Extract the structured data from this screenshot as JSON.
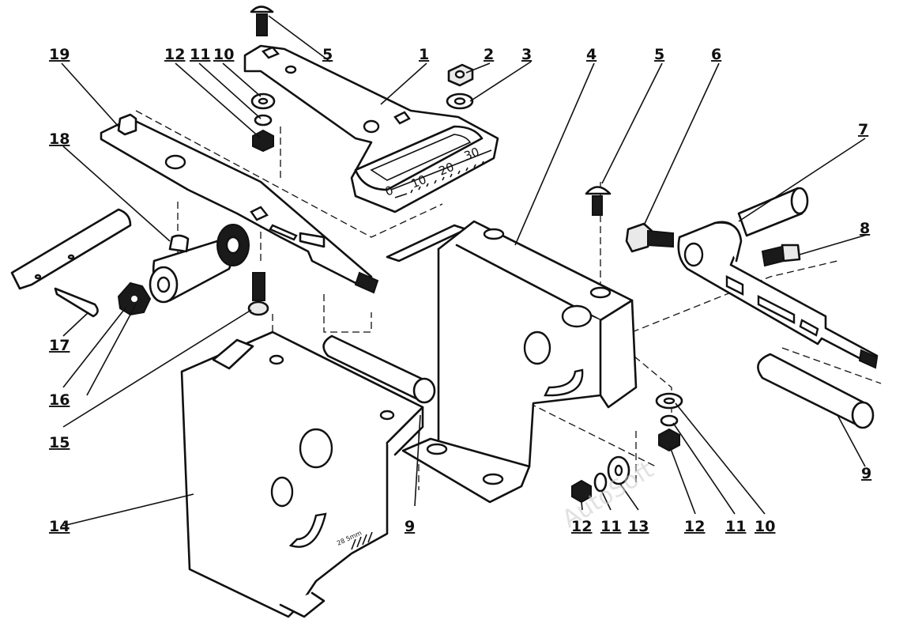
{
  "labels": {
    "l1": "1",
    "l2": "2",
    "l3": "3",
    "l4": "4",
    "l5a": "5",
    "l5b": "5",
    "l6": "6",
    "l7": "7",
    "l8": "8",
    "l9a": "9",
    "l9b": "9",
    "l10a": "10",
    "l10b": "10",
    "l11a": "11",
    "l11b": "11",
    "l11c": "11",
    "l12a": "12",
    "l12b": "12",
    "l12c": "12",
    "l13": "13",
    "l14": "14",
    "l15": "15",
    "l16": "16",
    "l17": "17",
    "l18": "18",
    "l19": "19"
  },
  "scale_marks": [
    "0",
    "10",
    "20",
    "30"
  ],
  "plate_marking": "28 5mm",
  "watermark": "AutoSoft"
}
